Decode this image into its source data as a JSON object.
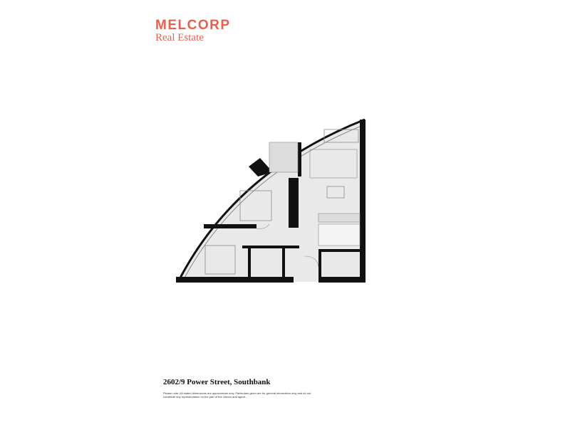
{
  "brand": {
    "name": "MELCORP",
    "tagline": "Real Estate",
    "color": "#e8604c"
  },
  "listing": {
    "address": "2602/9 Power Street, Southbank",
    "disclaimer": "Please note: All stated dimensions are approximate only. Particulars given are for general information only and do not constitute any representation on the part of the vendor and agent."
  },
  "colors": {
    "wall": "#111111",
    "floor": "#e9e9e9",
    "fixture": "#8a8a8a"
  }
}
